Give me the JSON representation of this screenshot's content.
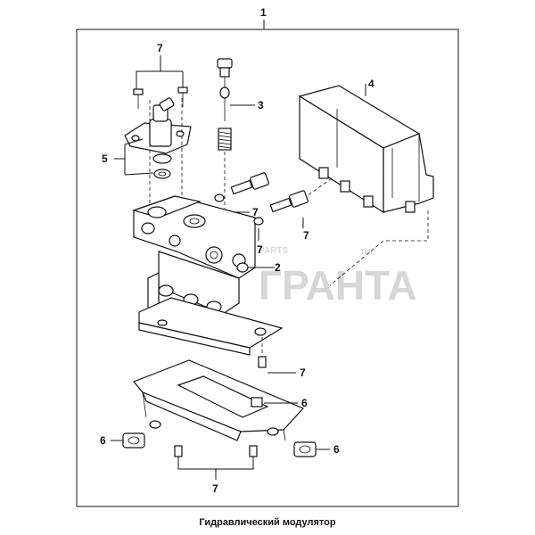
{
  "callouts": {
    "c1": "1",
    "c2": "2",
    "c3": "3",
    "c4": "4",
    "c5": "5",
    "c6a": "6",
    "c6b": "6",
    "c6c": "6",
    "c7a": "7",
    "c7b": "7",
    "c7c": "7",
    "c7d": "7",
    "c7e": "7",
    "c7f": "7"
  },
  "caption": "Гидравлический модулятор",
  "watermark": {
    "brand": "ГРАНТА",
    "small": "PARTS",
    "tm": "TM"
  }
}
